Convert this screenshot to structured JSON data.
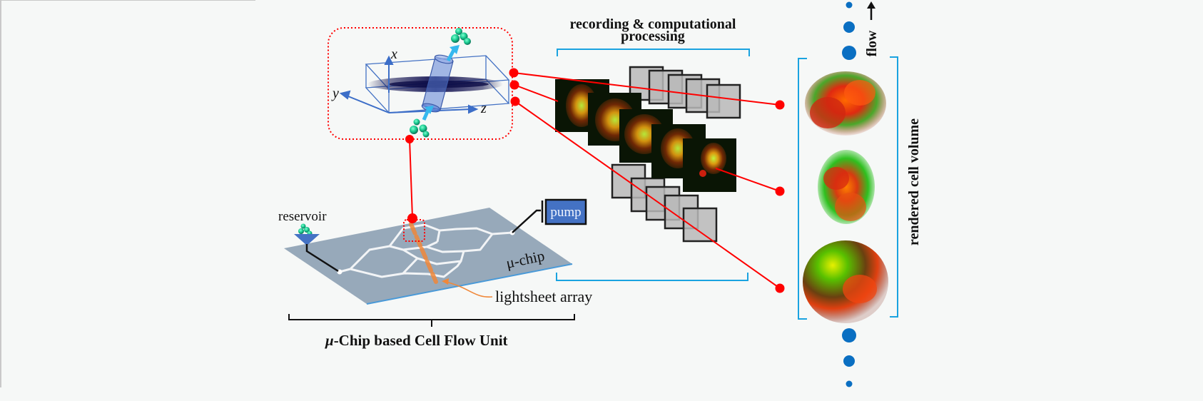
{
  "labels": {
    "axis_x": "x",
    "axis_y": "y",
    "axis_z": "z",
    "reservoir": "reservoir",
    "pump": "pump",
    "mu_chip": "μ-chip",
    "lightsheet_array": "lightsheet array",
    "cell_flow_unit_mu": "μ",
    "cell_flow_unit_rest": "-Chip based Cell Flow Unit",
    "recording_line1": "recording & computational",
    "recording_line2": "processing",
    "rendered_cell_volume": "rendered cell volume",
    "flow": "flow"
  },
  "colors": {
    "background": "#f6f8f7",
    "red_connector": "#ff0000",
    "bracket_cyan": "#1aa3e0",
    "pump_fill": "#4472c4",
    "chip_fill": "#97a9ba",
    "lightsheet_orange": "#f0883a",
    "flow_dots": "#0a6fc2",
    "cell_green": "#19c98f",
    "frame_gray": "#c4c4c4"
  },
  "icons": {
    "cell_cluster": "cell-cluster-icon",
    "flow_arrow": "arrow-up-icon",
    "reservoir_funnel": "funnel-icon"
  }
}
